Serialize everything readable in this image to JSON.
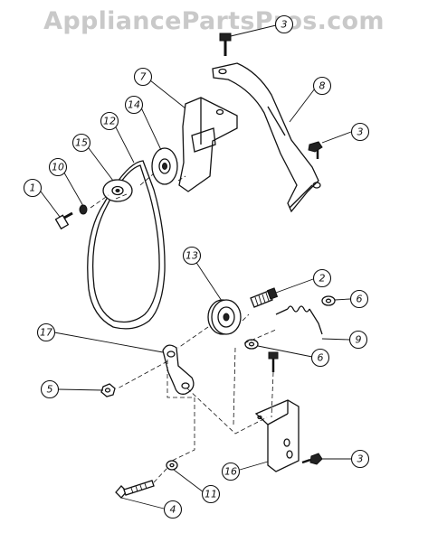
{
  "watermark": "AppliancePartsPros.com",
  "callouts": [
    {
      "id": "c3a",
      "label": "3"
    },
    {
      "id": "c8",
      "label": "8"
    },
    {
      "id": "c7",
      "label": "7"
    },
    {
      "id": "c3b",
      "label": "3"
    },
    {
      "id": "c14",
      "label": "14"
    },
    {
      "id": "c12",
      "label": "12"
    },
    {
      "id": "c15",
      "label": "15"
    },
    {
      "id": "c10",
      "label": "10"
    },
    {
      "id": "c1",
      "label": "1"
    },
    {
      "id": "c13",
      "label": "13"
    },
    {
      "id": "c2",
      "label": "2"
    },
    {
      "id": "c6a",
      "label": "6"
    },
    {
      "id": "c9",
      "label": "9"
    },
    {
      "id": "c6b",
      "label": "6"
    },
    {
      "id": "c17",
      "label": "17"
    },
    {
      "id": "c5",
      "label": "5"
    },
    {
      "id": "c16",
      "label": "16"
    },
    {
      "id": "c3c",
      "label": "3"
    },
    {
      "id": "c11",
      "label": "11"
    },
    {
      "id": "c4",
      "label": "4"
    }
  ]
}
